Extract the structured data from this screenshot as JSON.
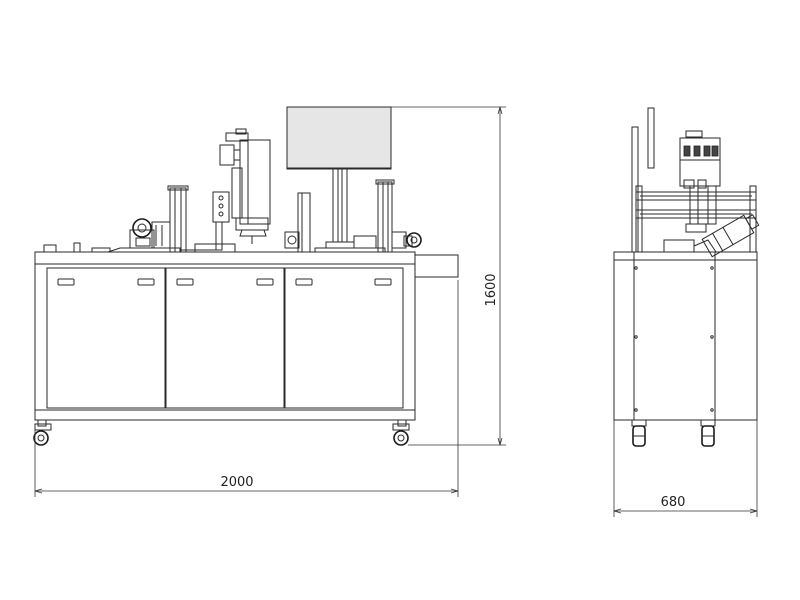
{
  "dimensions": {
    "front_width": "2000",
    "height": "1600",
    "side_width": "680"
  },
  "colors": {
    "line": "#2a2a2a",
    "screen_fill": "#e6e6e6",
    "background": "#ffffff"
  }
}
